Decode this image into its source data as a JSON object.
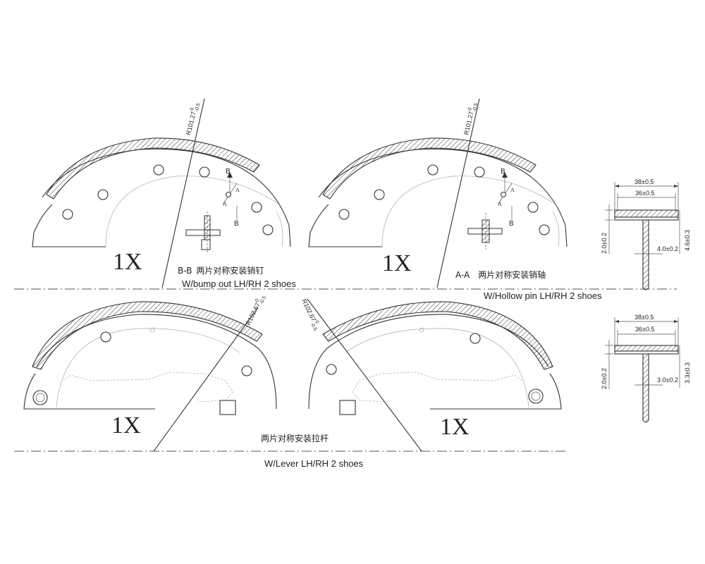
{
  "shoes": {
    "top_left": {
      "qty": "1X",
      "radius": "R101.27",
      "tol_upper": "0",
      "tol_lower": "-0.5",
      "section": "B-B",
      "section_marker": "B",
      "section_sub": "A",
      "caption_cn": "两片对称安装销钉",
      "caption_en": "W/bump out  LH/RH 2 shoes"
    },
    "top_right": {
      "qty": "1X",
      "radius": "R101.27",
      "tol_upper": "0",
      "tol_lower": "-0.5",
      "section": "A-A",
      "section_marker": "B",
      "section_sub": "A",
      "caption_cn": "两片对称安装销轴",
      "caption_en": "W/Hollow pin  LH/RH 2 shoes"
    },
    "bottom_left": {
      "qty": "1X",
      "radius": "R102.67",
      "tol_upper": "0",
      "tol_lower": "-0.5"
    },
    "bottom_right": {
      "qty": "1X",
      "radius": "R102.67",
      "tol_upper": "0",
      "tol_lower": "-0.5"
    }
  },
  "bottom_caption": {
    "cn": "两片对称安装拉杆",
    "en": "W/Lever  LH/RH 2 shoes"
  },
  "sections": {
    "top": {
      "outer_width": "38±0.5",
      "inner_width": "36±0.5",
      "lining": "2.0±0.2",
      "web": "4.0±0.2",
      "height": "4.6±0.3"
    },
    "bottom": {
      "outer_width": "38±0.5",
      "inner_width": "36±0.5",
      "lining": "2.0±0.2",
      "web": "3.0±0.2",
      "height": "3.3±0.3"
    }
  }
}
